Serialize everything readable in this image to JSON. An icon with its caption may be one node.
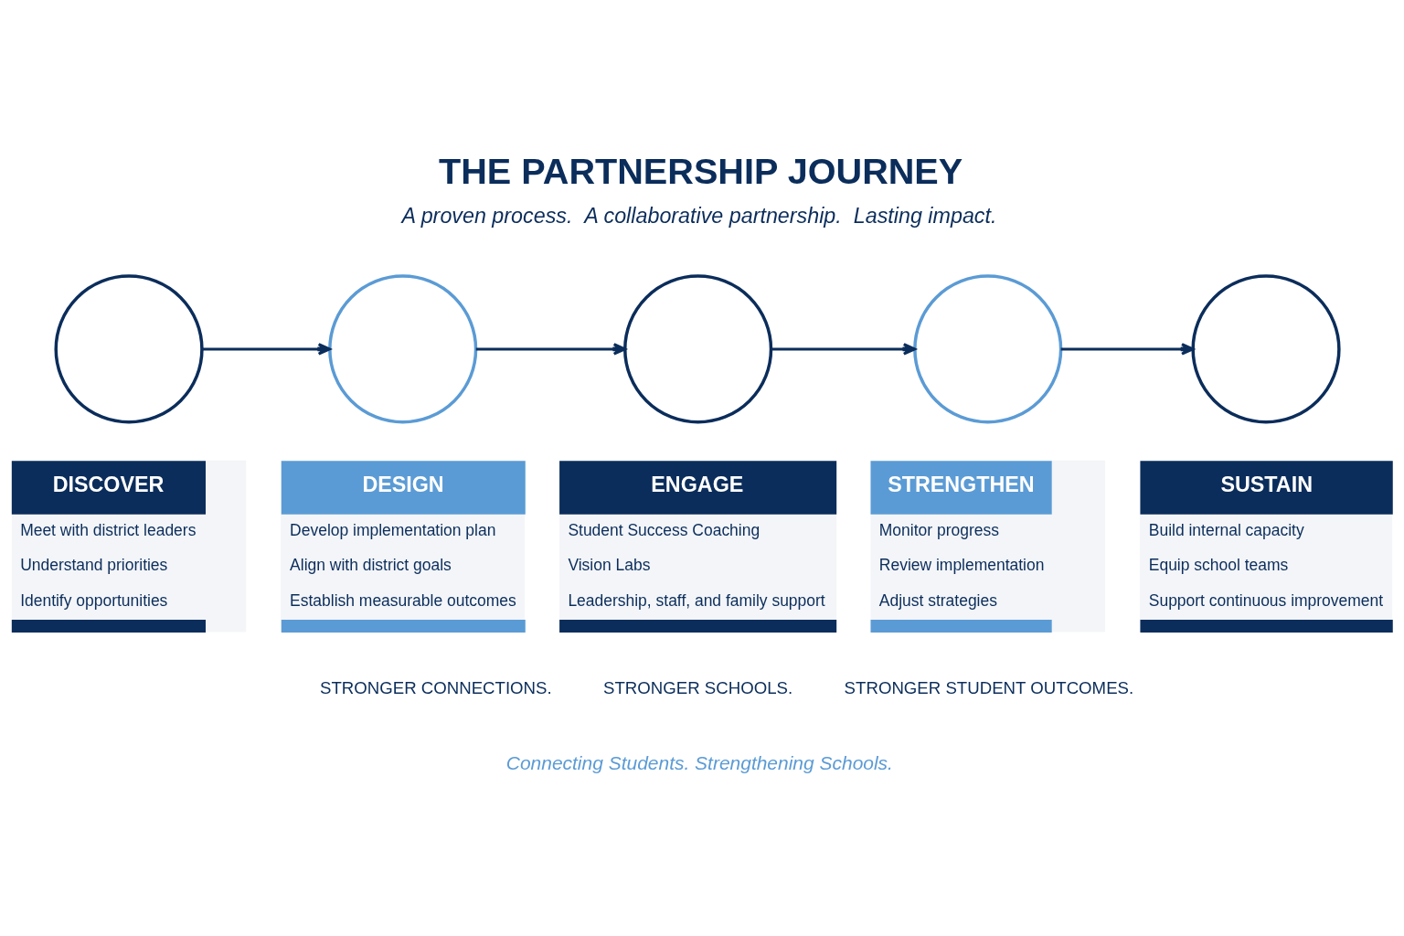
{
  "diagram": {
    "title": "THE PARTNERSHIP JOURNEY",
    "nodes": [
      {
        "text": [],
        "shape": "circle"
      },
      {
        "text": [],
        "shape": "circle"
      },
      {
        "text": [],
        "shape": "circle"
      },
      {
        "text": [],
        "shape": "circle"
      },
      {
        "text": [],
        "shape": "circle"
      },
      {
        "text": [
          "DISCOVER",
          "Meet with district leaders",
          "Understand priorities",
          "Identify opportunities"
        ]
      },
      {
        "text": [
          "DESIGN",
          "Develop implementation plan",
          "Align with district goals",
          "Establish measurable outcomes"
        ]
      },
      {
        "text": [
          "ENGAGE",
          "Student Success Coaching",
          "Vision Labs",
          "Leadership, staff, and family support"
        ]
      },
      {
        "text": [
          "STRENGTHEN",
          "Monitor progress",
          "Review implementation",
          "Adjust strategies"
        ]
      },
      {
        "text": [
          "SUSTAIN",
          "Build internal capacity",
          "Equip school teams",
          "Support continuous improvement"
        ]
      }
    ],
    "edges": [
      {
        "from": 0,
        "to": 1,
        "arrow": "to"
      },
      {
        "from": 1,
        "to": 2,
        "arrow": "to"
      },
      {
        "from": 2,
        "to": 3,
        "arrow": "to"
      },
      {
        "from": 3,
        "to": 4,
        "arrow": "to"
      }
    ],
    "labels": [
      "A proven process.  A collaborative partnership.  Lasting impact.",
      "STRONGER CONNECTIONS.",
      "STRONGER SCHOOLS.",
      "STRONGER STUDENT OUTCOMES.",
      "Connecting Students. Strengthening Schools."
    ]
  }
}
